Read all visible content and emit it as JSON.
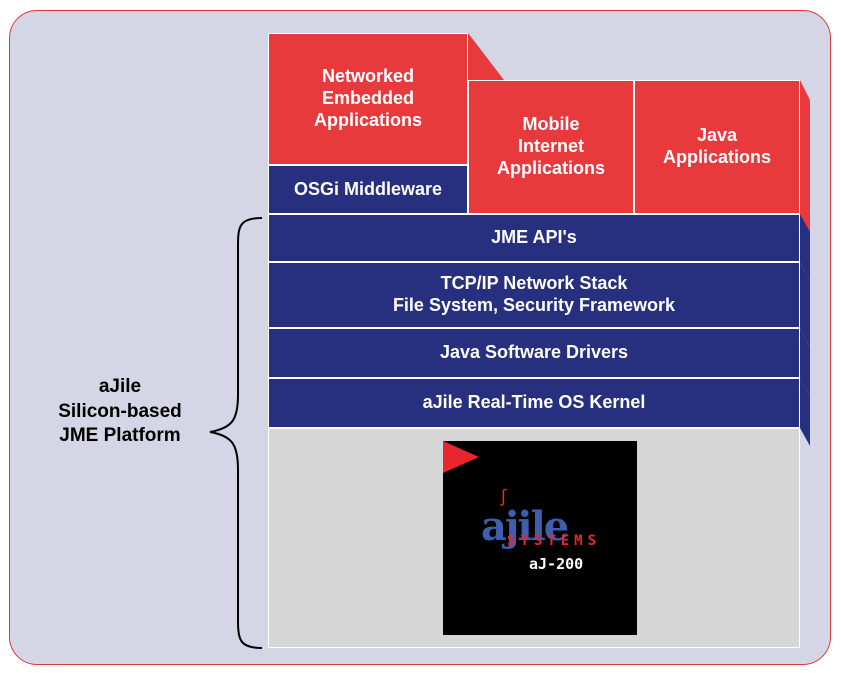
{
  "apps": {
    "networked": "Networked Embedded Applications",
    "mobile": "Mobile Internet Applications",
    "java": "Java Applications"
  },
  "middleware": "OSGi Middleware",
  "layers": {
    "api": "JME API's",
    "stack_line1": "TCP/IP Network Stack",
    "stack_line2": "File System, Security Framework",
    "drivers": "Java Software Drivers",
    "kernel": "aJile Real-Time OS Kernel"
  },
  "platform_label": {
    "line1": "aJile",
    "line2": "Silicon-based",
    "line3": "JME Platform"
  },
  "chip": {
    "brand": "ajile",
    "systems": "SYSTEMS",
    "model": "aJ-200"
  },
  "colors": {
    "red": "#e8393c",
    "navy": "#26307e",
    "frame": "#d4d6e6",
    "border": "#d9373b",
    "chip_gray": "#d6d6d6"
  }
}
